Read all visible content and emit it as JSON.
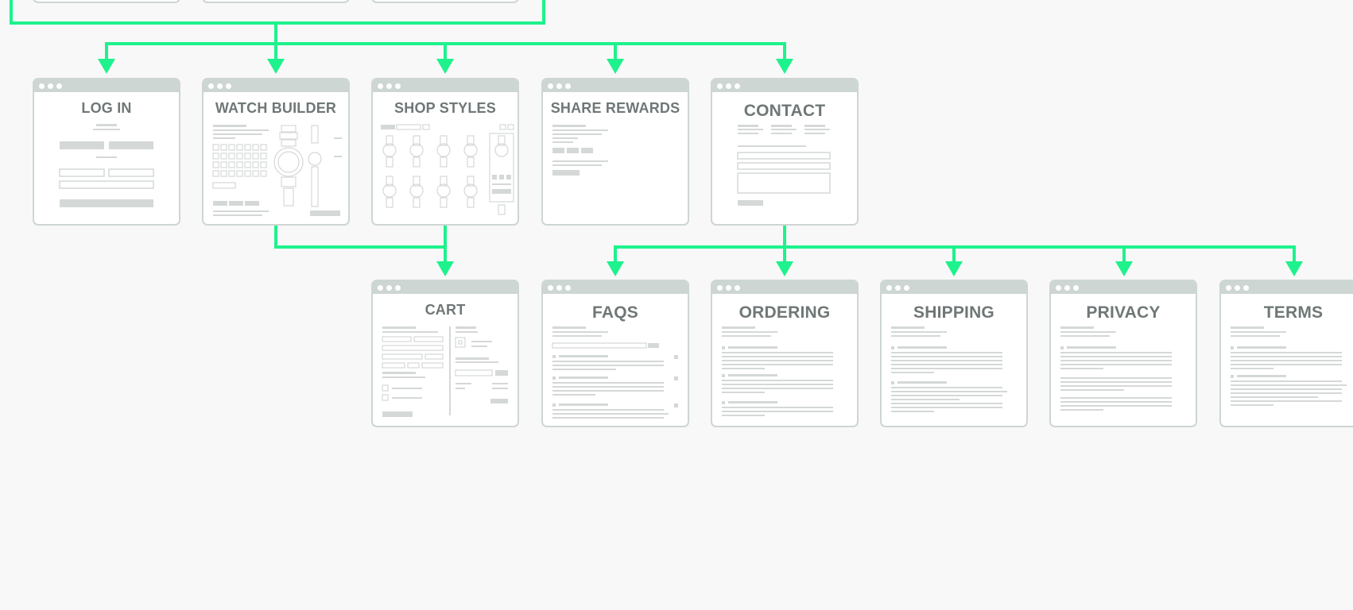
{
  "colors": {
    "background": "#f8f8f8",
    "connector": "#1ef28c",
    "card_border": "#cdd6d3",
    "card_titlebar": "#cdd6d3",
    "title_text": "#6f7777",
    "wireframe": "#d4d8d7"
  },
  "sitemap": {
    "top_level": [
      {
        "title": "LOG IN"
      },
      {
        "title": "WATCH BUILDER"
      },
      {
        "title": "SHOP STYLES"
      },
      {
        "title": "SHARE REWARDS"
      },
      {
        "title": "CONTACT"
      }
    ],
    "cart": {
      "title": "CART"
    },
    "contact_children": [
      {
        "title": "FAQS"
      },
      {
        "title": "ORDERING"
      },
      {
        "title": "SHIPPING"
      },
      {
        "title": "PRIVACY"
      },
      {
        "title": "TERMS"
      }
    ]
  }
}
